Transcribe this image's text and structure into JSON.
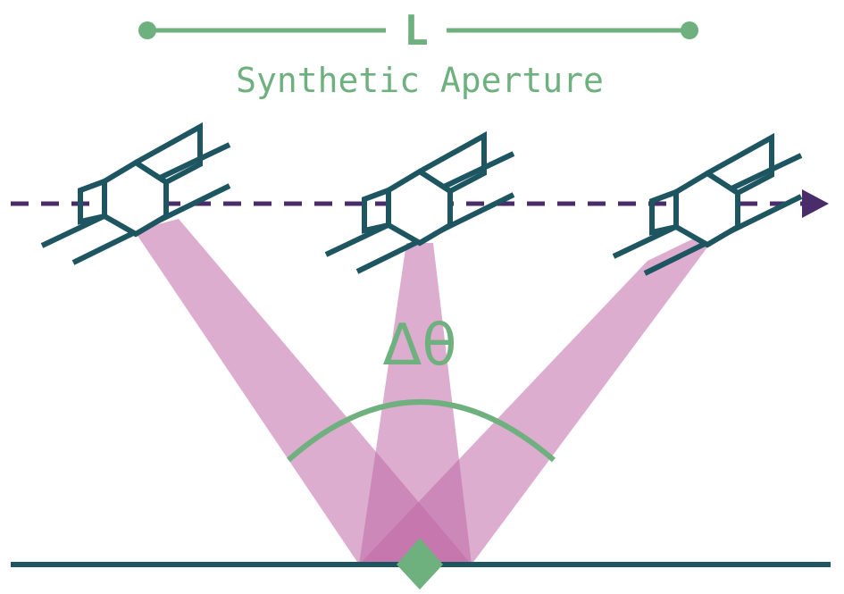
{
  "labels": {
    "aperture_length": "L",
    "aperture_caption": "Synthetic Aperture",
    "angle": "Δθ"
  },
  "colors": {
    "aperture_green": "#6fb07f",
    "satellite_teal": "#1d5560",
    "flight_path_purple": "#4b2c6b",
    "beam_pink": "#c06aa6",
    "ground_line": "#1d5560",
    "target_green": "#6fb07f"
  },
  "icons": {
    "satellite": "satellite-icon",
    "target": "diamond-icon",
    "direction": "arrowhead-icon"
  }
}
